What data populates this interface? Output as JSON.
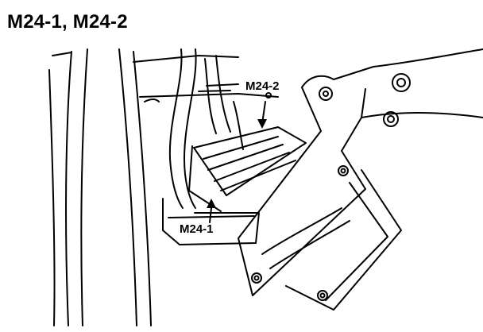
{
  "title": "M24-1, M24-2",
  "labels": {
    "connector_1": "M24-1",
    "connector_2": "M24-2"
  }
}
